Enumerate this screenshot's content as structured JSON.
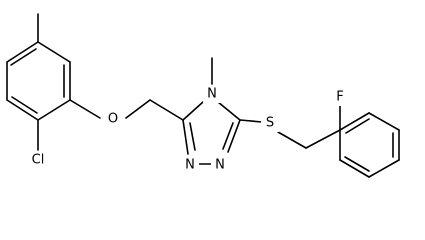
{
  "molecule": {
    "atoms": {
      "o": "O",
      "cl": "Cl",
      "n_methyl": "N",
      "n_ring_upper": "N",
      "n_ring_lower": "N",
      "s": "S",
      "f": "F"
    }
  }
}
